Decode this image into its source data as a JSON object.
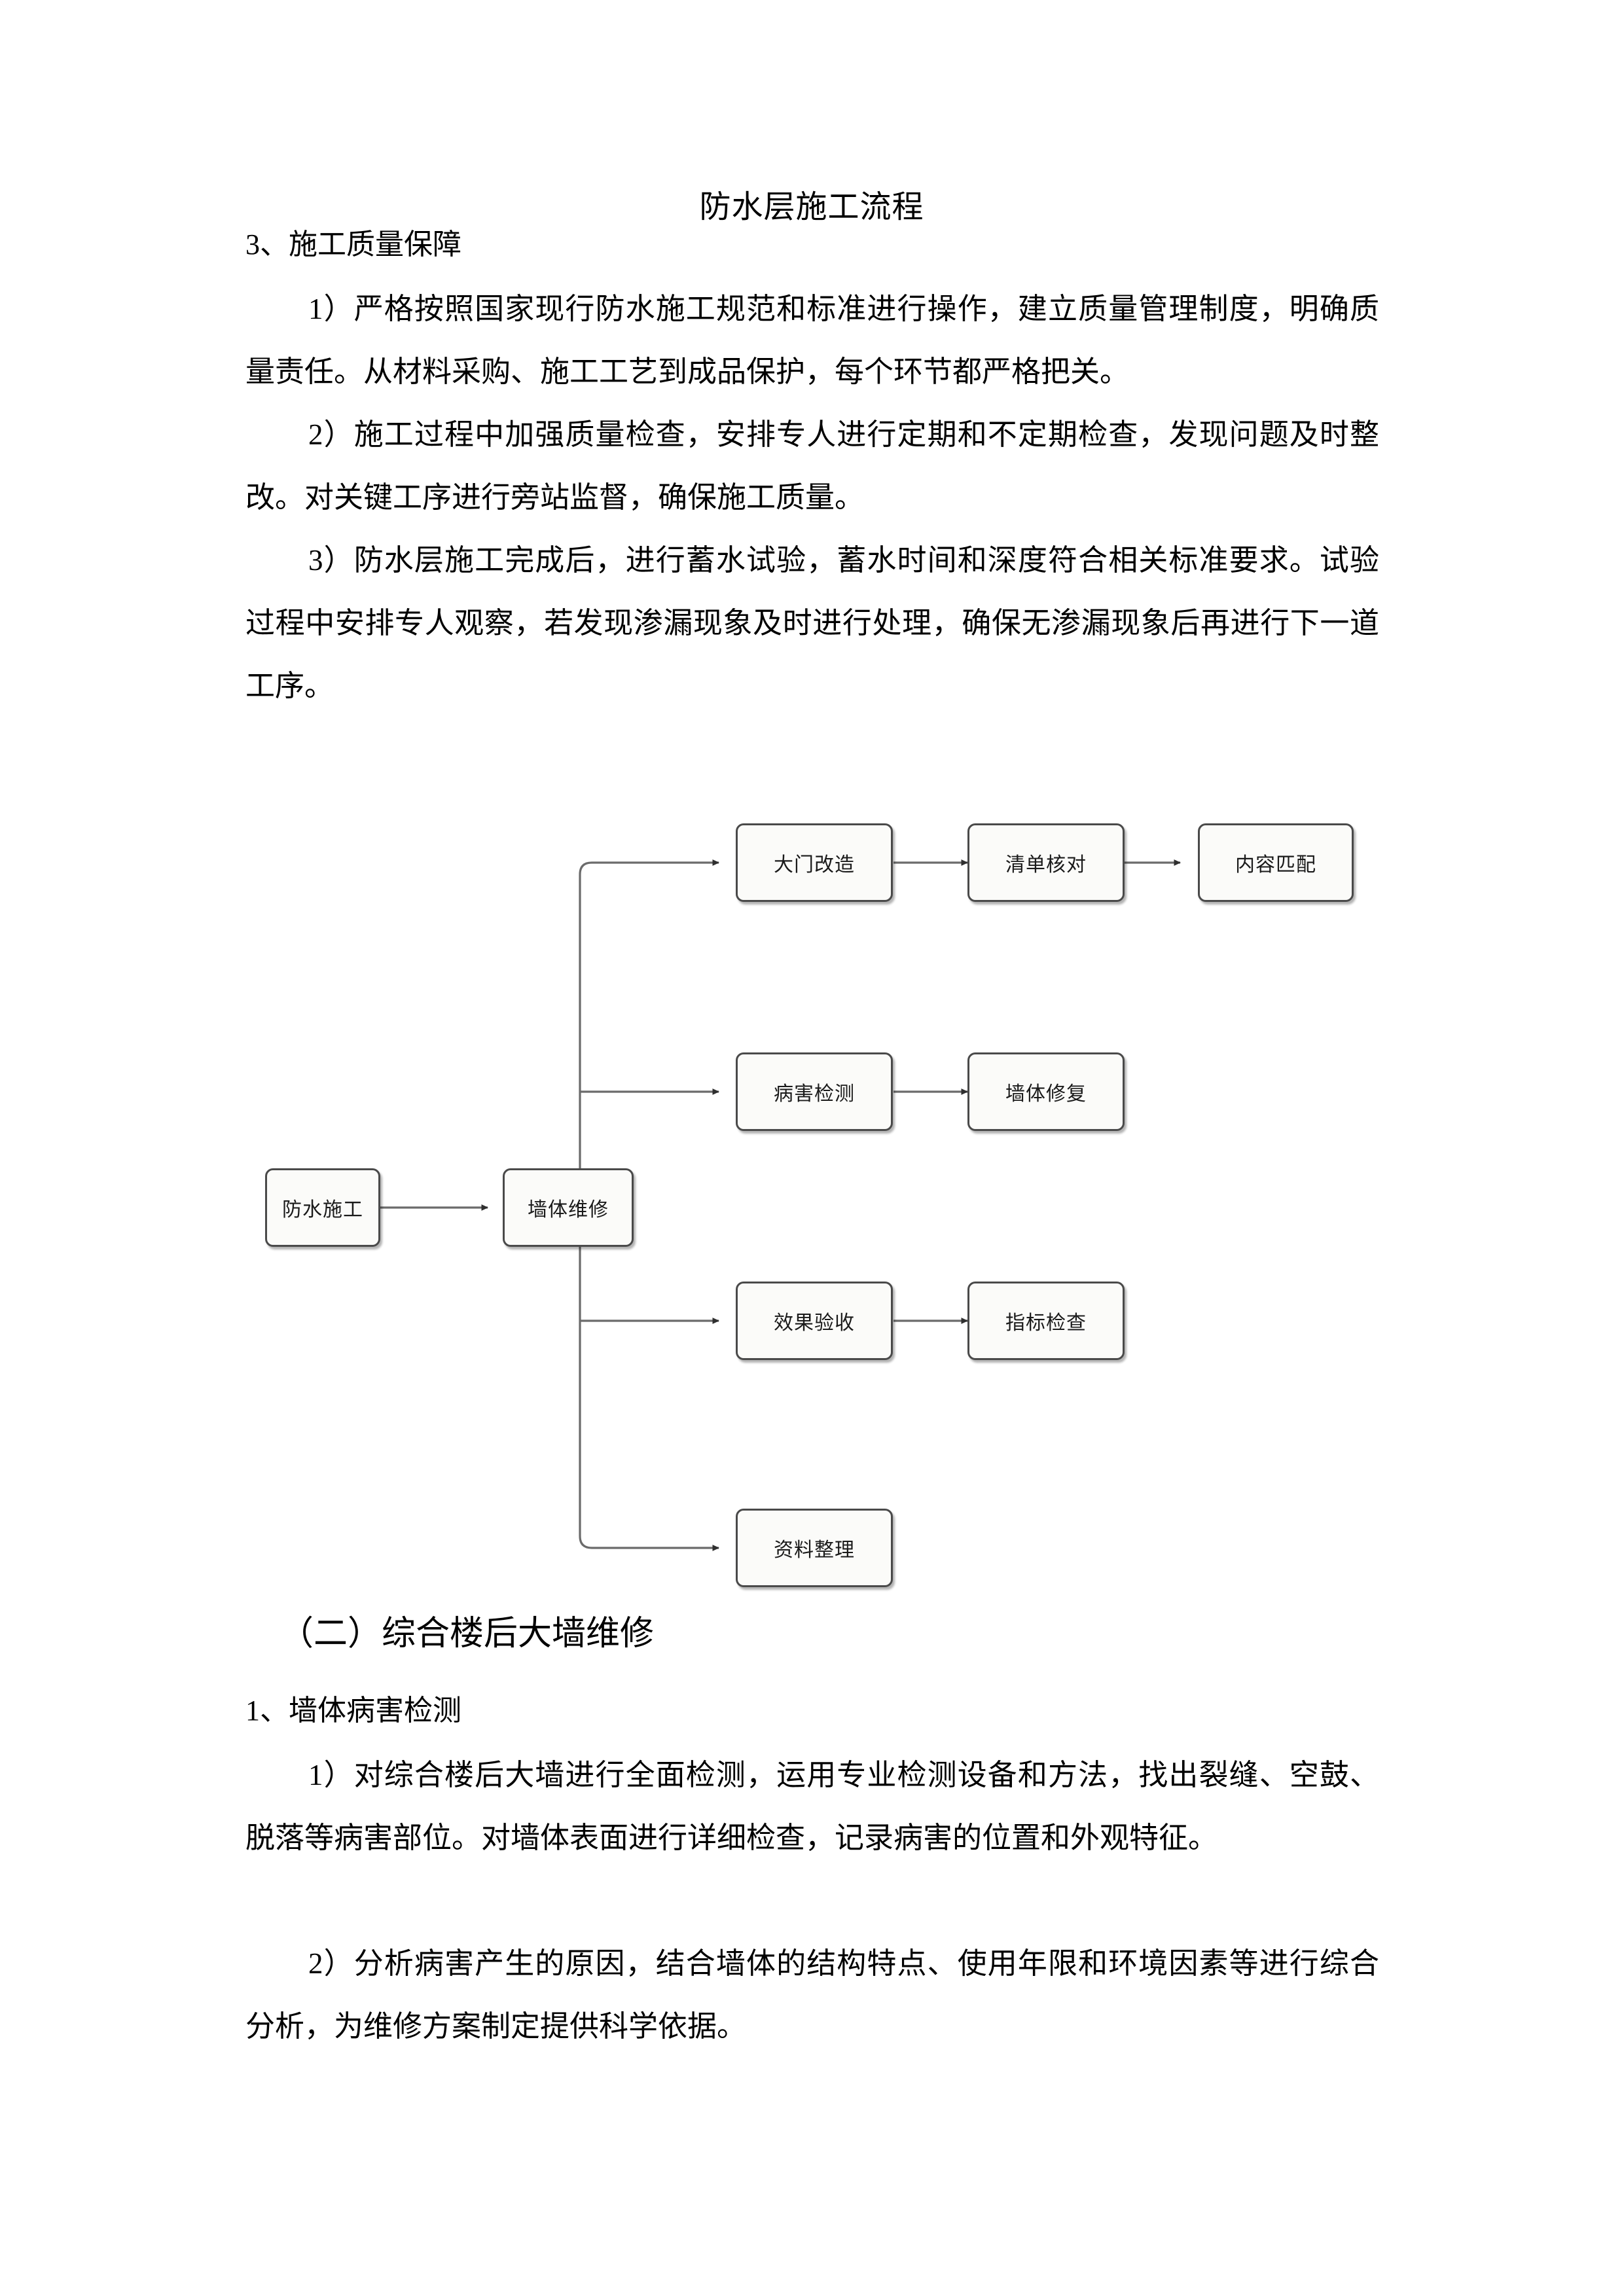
{
  "document": {
    "title": "防水层施工流程",
    "heading_1": "3、施工质量保障",
    "para_1": "1）严格按照国家现行防水施工规范和标准进行操作，建立质量管理制度，明确质量责任。从材料采购、施工工艺到成品保护，每个环节都严格把关。",
    "para_2": "2）施工过程中加强质量检查，安排专人进行定期和不定期检查，发现问题及时整改。对关键工序进行旁站监督，确保施工质量。",
    "para_3": "3）防水层施工完成后，进行蓄水试验，蓄水时间和深度符合相关标准要求。试验过程中安排专人观察，若发现渗漏现象及时进行处理，确保无渗漏现象后再进行下一道工序。",
    "section_title": "（二）综合楼后大墙维修",
    "heading_2": "1、墙体病害检测",
    "para_4": "1）对综合楼后大墙进行全面检测，运用专业检测设备和方法，找出裂缝、空鼓、脱落等病害部位。对墙体表面进行详细检查，记录病害的位置和外观特征。",
    "para_5": "2）分析病害产生的原因，结合墙体的结构特点、使用年限和环境因素等进行综合分析，为维修方案制定提供科学依据。"
  },
  "chart_data": {
    "type": "diagram",
    "title": "防水层施工流程",
    "diagram_kind": "flowchart",
    "orientation": "left-to-right with vertical trunk fan-out",
    "colors": {
      "node_fill": "#fbfbf9",
      "node_border": "#4a4a4a",
      "connector": "#6b6b6b",
      "text": "#1a1a1a"
    },
    "nodes": [
      {
        "id": "n1",
        "label": "防水施工"
      },
      {
        "id": "n2",
        "label": "墙体维修"
      },
      {
        "id": "n3",
        "label": "大门改造"
      },
      {
        "id": "n4",
        "label": "清单核对"
      },
      {
        "id": "n5",
        "label": "内容匹配"
      },
      {
        "id": "n6",
        "label": "病害检测"
      },
      {
        "id": "n7",
        "label": "墙体修复"
      },
      {
        "id": "n8",
        "label": "效果验收"
      },
      {
        "id": "n9",
        "label": "指标检查"
      },
      {
        "id": "n10",
        "label": "资料整理"
      }
    ],
    "edges": [
      {
        "from": "防水施工",
        "to": "墙体维修"
      },
      {
        "from": "墙体维修",
        "to": "大门改造"
      },
      {
        "from": "大门改造",
        "to": "清单核对"
      },
      {
        "from": "清单核对",
        "to": "内容匹配"
      },
      {
        "from": "墙体维修",
        "to": "病害检测"
      },
      {
        "from": "病害检测",
        "to": "墙体修复"
      },
      {
        "from": "墙体维修",
        "to": "效果验收"
      },
      {
        "from": "效果验收",
        "to": "指标检查"
      },
      {
        "from": "墙体维修",
        "to": "资料整理"
      }
    ]
  }
}
